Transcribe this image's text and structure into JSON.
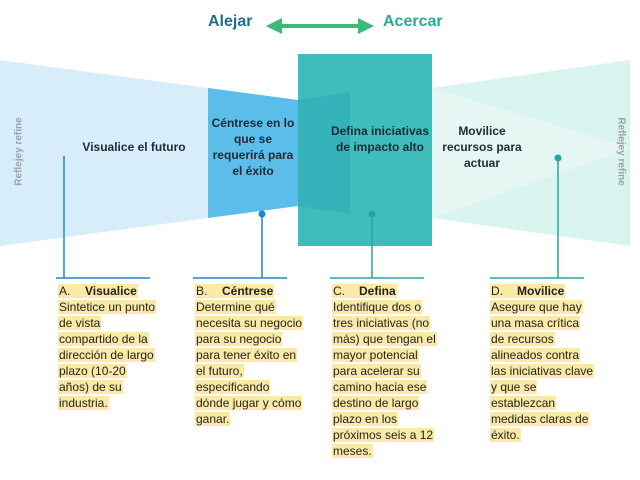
{
  "header": {
    "left_label": "Alejar",
    "right_label": "Acercar"
  },
  "side_labels": {
    "left": "Reflejey refine",
    "right": "Reflejey refine"
  },
  "stages": [
    {
      "label": "Visualice el futuro"
    },
    {
      "label": "Céntrese en lo que se requerirá para el éxito"
    },
    {
      "label": "Defina iniciativas de impacto alto"
    },
    {
      "label": "Movilice recursos para actuar"
    }
  ],
  "columns": [
    {
      "letter": "A.",
      "title": "Visualice",
      "body": "Sintetice un punto de vista compartido de la dirección de largo plazo (10-20 años) de su industria."
    },
    {
      "letter": "B.",
      "title": "Céntrese",
      "body": "Determine qué necesita su negocio para su negocio para tener éxito en el futuro, especificando dónde jugar y cómo ganar."
    },
    {
      "letter": "C.",
      "title": "Defina",
      "body": "Identifique dos o tres iniciativas (no más) que tengan el mayor potencial para acelerar su camino hacia ese destino de largo plazo en los próximos seis a 12 meses."
    },
    {
      "letter": "D.",
      "title": "Movilice",
      "body": "Asegure que hay una masa crítica de recursos alineados contra las iniciativas clave y que se establezcan medidas claras de éxito."
    }
  ],
  "colors": {
    "light_blue": "#d7eefa",
    "mid_blue": "#5bbde9",
    "teal": "#3fbdbd",
    "mint": "#8fd8cf",
    "light_mint": "#d9f3ee",
    "arrow_green": "#3cb878",
    "line_blue": "#1e88c7",
    "line_teal": "#26a69a",
    "highlight": "#fbe9a6"
  }
}
